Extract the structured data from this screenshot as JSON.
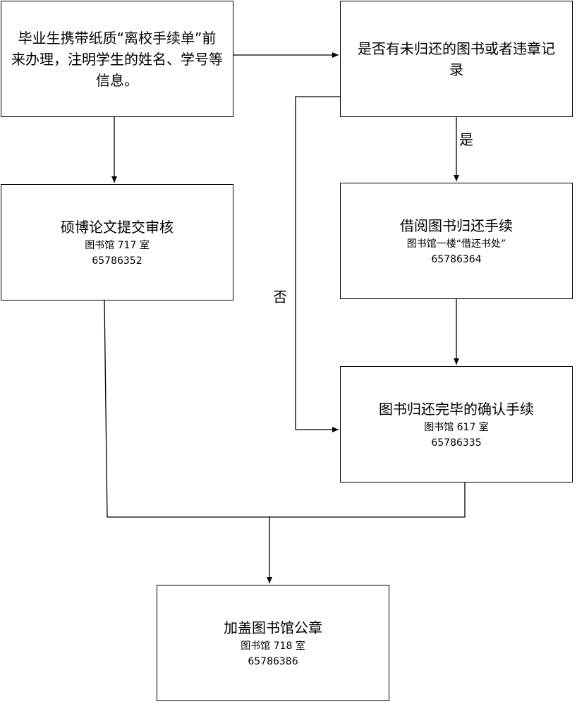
{
  "nodes": {
    "start": {
      "text": "毕业生携带纸质“离校手续单”前来办理，注明学生的姓名、学号等信息。"
    },
    "check": {
      "text": "是否有未归还的图书或者违章记录"
    },
    "thesis": {
      "title": "硕博论文提交审核",
      "location": "图书馆 717 室",
      "phone": "65786352"
    },
    "borrow": {
      "title": "借阅图书归还手续",
      "location": "图书馆一楼“借还书处”",
      "phone": "65786364"
    },
    "confirm": {
      "title": "图书归还完毕的确认手续",
      "location": "图书馆 617 室",
      "phone": "65786335"
    },
    "seal": {
      "title": "加盖图书馆公章",
      "location": "图书馆 718 室",
      "phone": "65786386"
    }
  },
  "edges": {
    "yes_label": "是",
    "no_label": "否"
  }
}
